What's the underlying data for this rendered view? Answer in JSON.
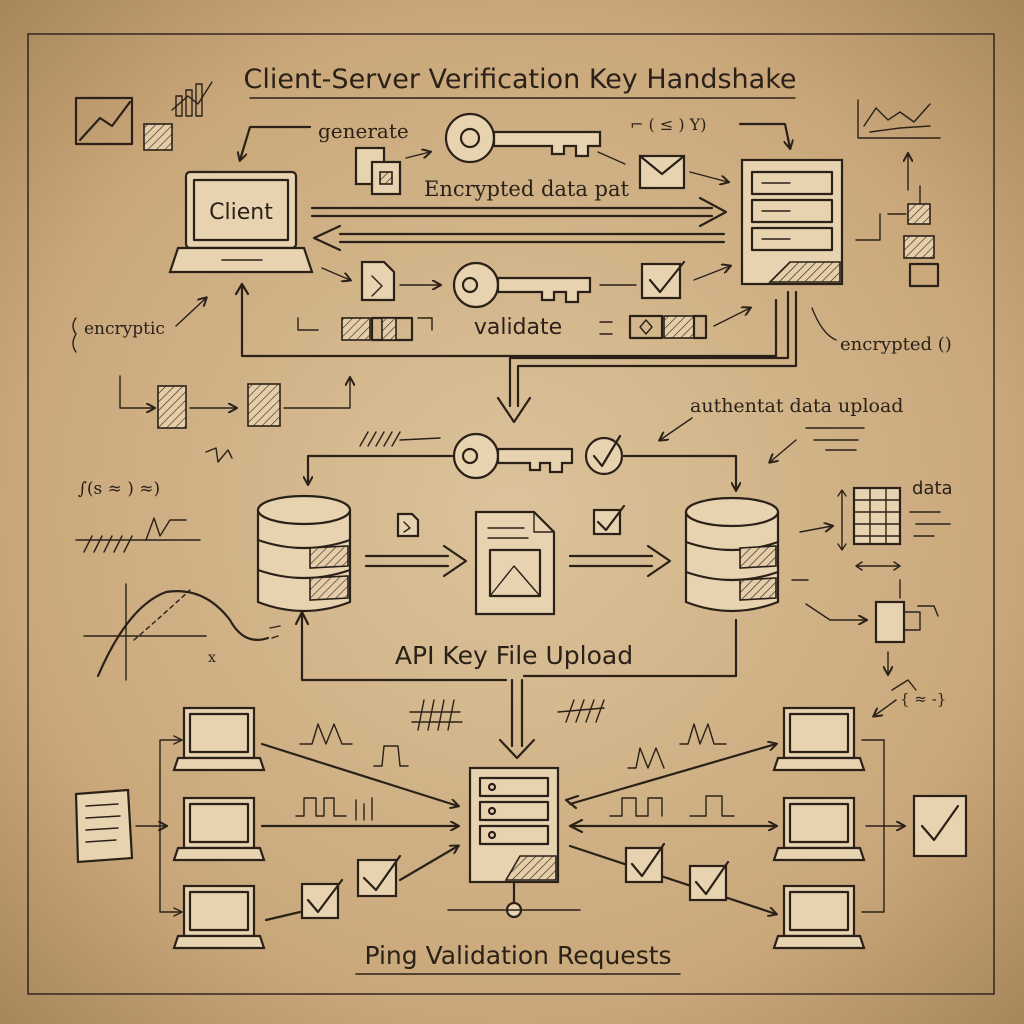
{
  "title": "Client-Server Verification Key Handshake",
  "labels": {
    "client": "Client",
    "generate": "generate",
    "formula_top": "⌐ ( ≤ ) Y)",
    "encrypted_data_path": "Encrypted data pat",
    "encryptic": "encryptic",
    "validate": "validate",
    "encrypted_paren": "encrypted ()",
    "authentat_data_upload": "authentat data upload",
    "formula_left": "∫(s ≈ ) ≈)",
    "axis_x": "x",
    "data": "data",
    "api_key_file_upload": "API Key File Upload",
    "ping_validation_requests": "Ping Validation Requests",
    "squiggle_right": "{ ≈ -}"
  },
  "colors": {
    "ink": "#2a2118",
    "paper": "#d9bd93",
    "paper_dark": "#b8966a",
    "paper_light": "#e8d3b0"
  }
}
